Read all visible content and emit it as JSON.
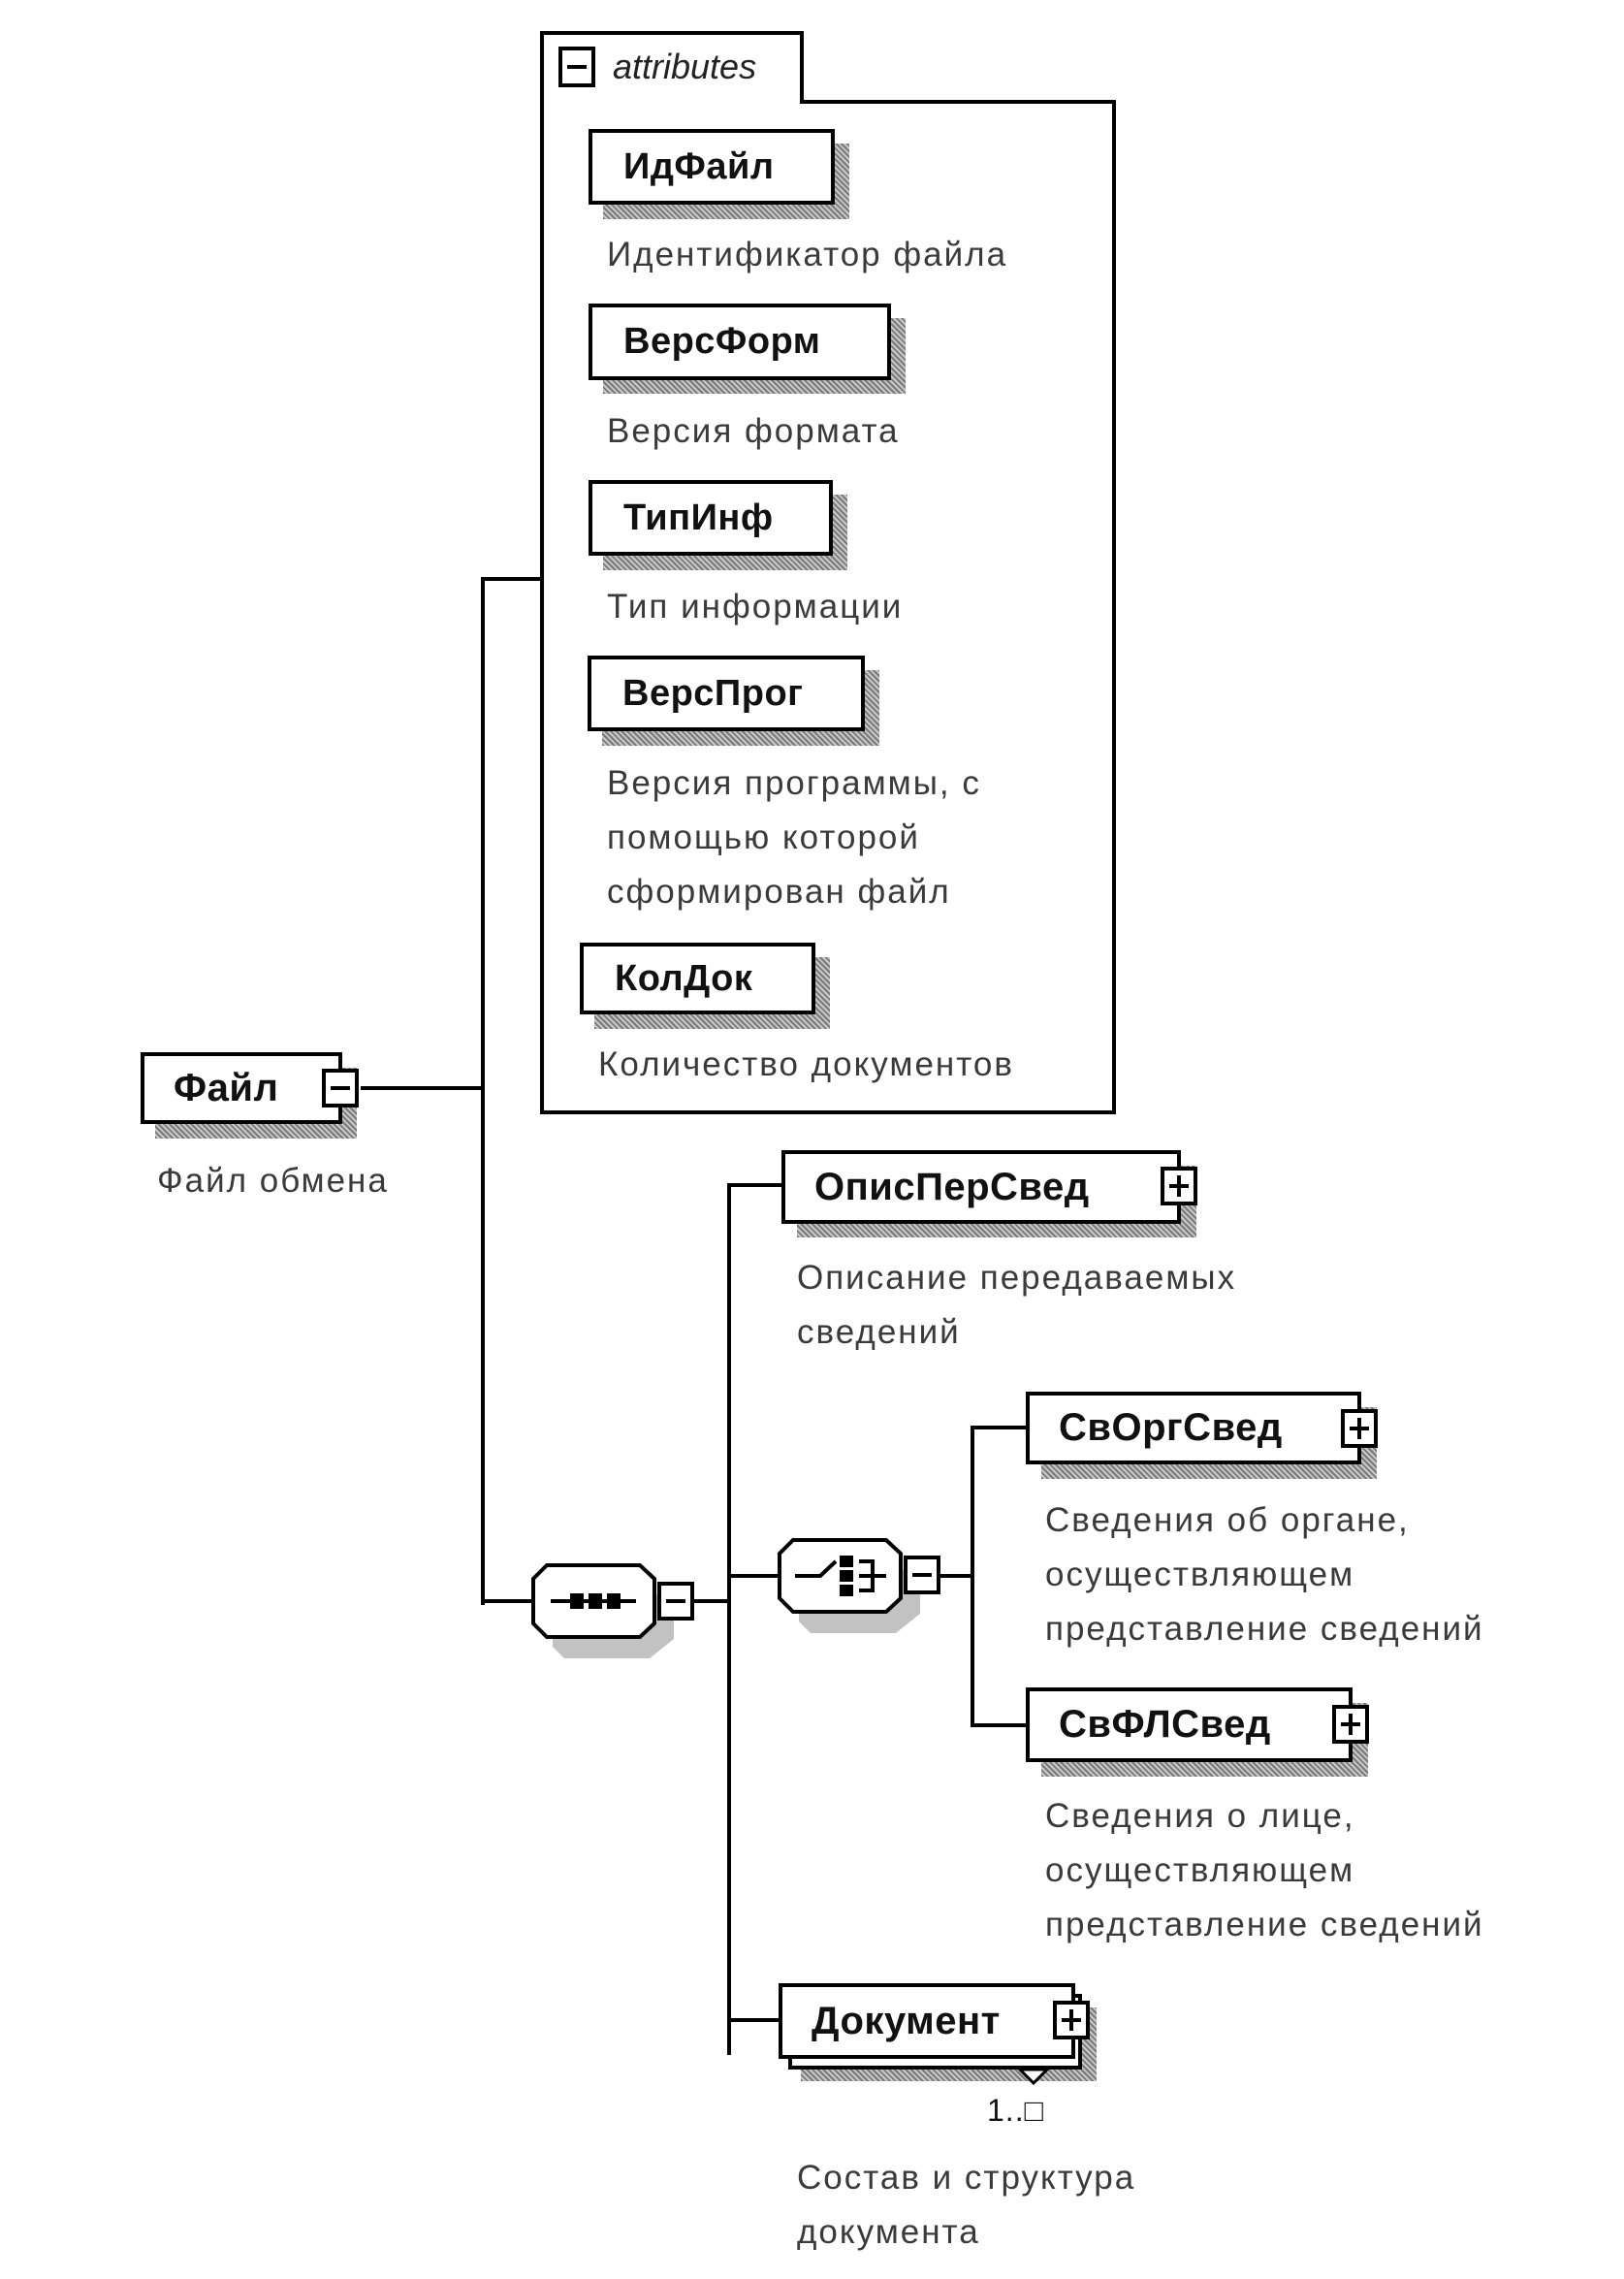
{
  "root": {
    "name": "Файл",
    "description": "Файл обмена",
    "toggle": "collapse"
  },
  "attributes_group": {
    "title": "attributes",
    "toggle": "collapse",
    "items": [
      {
        "name": "ИдФайл",
        "description": [
          "Идентификатор файла"
        ]
      },
      {
        "name": "ВерсФорм",
        "description": [
          "Версия формата"
        ]
      },
      {
        "name": "ТипИнф",
        "description": [
          "Тип информации"
        ]
      },
      {
        "name": "ВерсПрог",
        "description": [
          "Версия программы, с",
          "помощью которой",
          "сформирован файл"
        ]
      },
      {
        "name": "КолДок",
        "description": [
          "Количество документов"
        ]
      }
    ]
  },
  "sequence": {
    "type": "sequence",
    "toggle": "collapse"
  },
  "choice": {
    "type": "choice",
    "toggle": "collapse"
  },
  "children": {
    "opis": {
      "name": "ОписПерСвед",
      "toggle": "expand",
      "description": [
        "Описание передаваемых",
        "сведений"
      ]
    },
    "svorg": {
      "name": "СвОргСвед",
      "toggle": "expand",
      "description": [
        "Сведения об органе,",
        "осуществляющем",
        "представление сведений"
      ]
    },
    "svfl": {
      "name": "СвФЛСвед",
      "toggle": "expand",
      "description": [
        "Сведения о лице,",
        "осуществляющем",
        "представление сведений"
      ]
    },
    "document": {
      "name": "Документ",
      "toggle": "expand",
      "cardinality": "1..□",
      "description": [
        "Состав и структура",
        "документа"
      ]
    }
  }
}
